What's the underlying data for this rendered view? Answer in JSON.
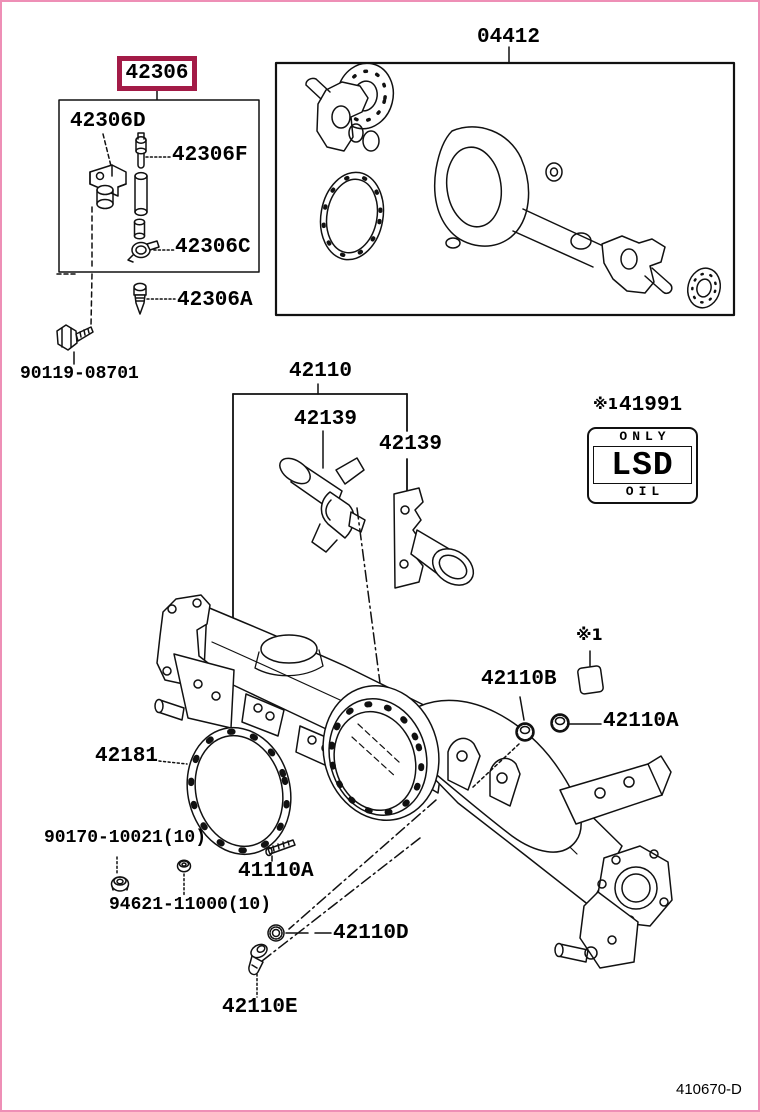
{
  "page": {
    "border_color": "#ee8fb6",
    "footer_code": "410670-D",
    "description": "Toyota rear axle housing and differential parts diagram"
  },
  "highlight": {
    "part": "42306",
    "box_color": "#a31b47"
  },
  "callouts": {
    "p04412": "04412",
    "p42306d": "42306D",
    "p42306f": "42306F",
    "p42306c": "42306C",
    "p42306a": "42306A",
    "p90119": "90119-08701",
    "p42110": "42110",
    "p42139a": "42139",
    "p42139b": "42139",
    "p141991_prefix": "※1",
    "p141991_number": "41991",
    "ref1": "※1",
    "p42110b": "42110B",
    "p42110a": "42110A",
    "p42181": "42181",
    "p90170": "90170-10021(10)",
    "p41110a": "41110A",
    "p94621": "94621-11000(10)",
    "p42110d": "42110D",
    "p42110e": "42110E"
  },
  "lsd_label": {
    "line1": "ONLY",
    "line2": "LSD",
    "line3": "OIL"
  }
}
